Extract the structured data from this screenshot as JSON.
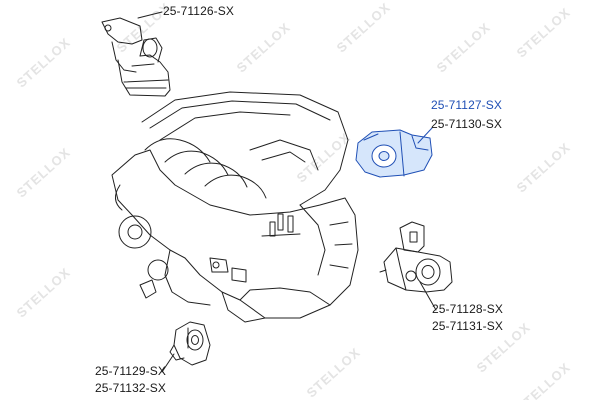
{
  "watermark_text": "STELLOX",
  "colors": {
    "line": "#222222",
    "highlight_line": "#1f4fb5",
    "highlight_fill": "#d6e6fb",
    "watermark": "#e4e4e4"
  },
  "parts": {
    "top_left": {
      "code": "25-71126-SX"
    },
    "right_upper": {
      "code_1": "25-71127-SX",
      "code_2": "25-71130-SX"
    },
    "right_lower": {
      "code_1": "25-71128-SX",
      "code_2": "25-71131-SX"
    },
    "bottom_left": {
      "code_1": "25-71129-SX",
      "code_2": "25-71132-SX"
    }
  }
}
